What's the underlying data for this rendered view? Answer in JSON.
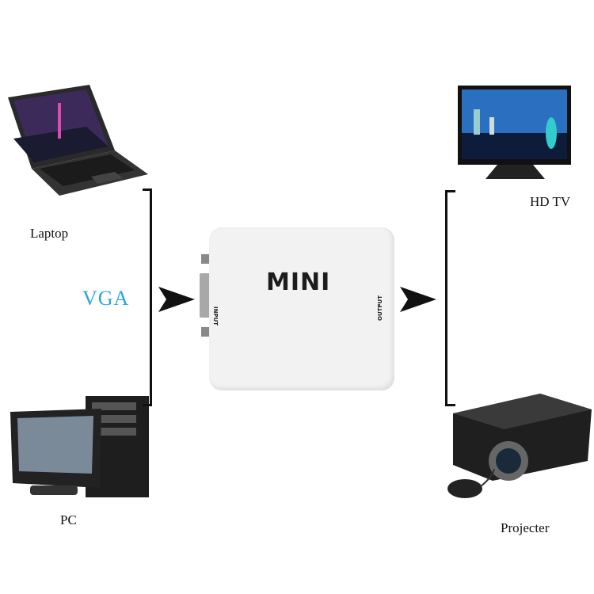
{
  "labels": {
    "laptop": "Laptop",
    "pc": "PC",
    "hdtv": "HD TV",
    "projector": "Projecter",
    "signal": "VGA"
  },
  "device": {
    "brand": "MINI",
    "input_label": "INPUT",
    "output_label": "OUTPUT"
  },
  "colors": {
    "signal_text": "#27a6de"
  }
}
